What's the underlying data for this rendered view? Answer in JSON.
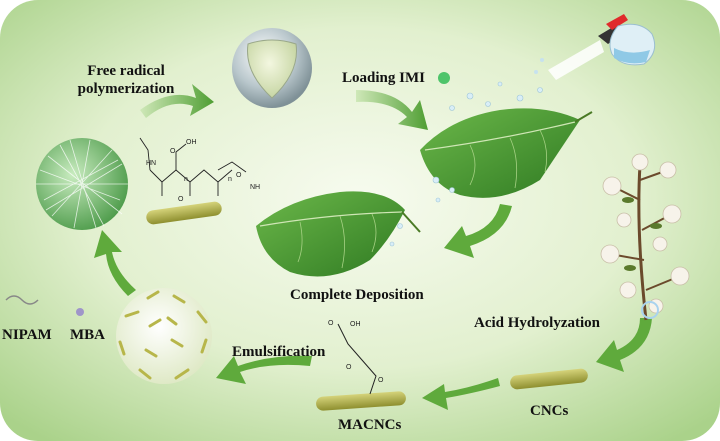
{
  "labels": {
    "free_radical_line1": "Free radical",
    "free_radical_line2": "polymerization",
    "loading_imi": "Loading IMI",
    "complete_deposition": "Complete Deposition",
    "acid_hydrolyzation": "Acid Hydrolyzation",
    "emulsification": "Emulsification",
    "nipam": "NIPAM",
    "mba": "MBA",
    "macncs": "MACNCs",
    "cncs": "CNCs"
  },
  "chem": {
    "hn": "HN",
    "oh": "OH",
    "o": "O",
    "n": "n",
    "nh": "NH"
  },
  "colors": {
    "background_green": "#bfe0a6",
    "arrow_green": "#5faa3c",
    "leaf_green": "#3f8f2a",
    "rod_yellow": "#b7b64a",
    "imi_dot": "#4ec46a"
  }
}
